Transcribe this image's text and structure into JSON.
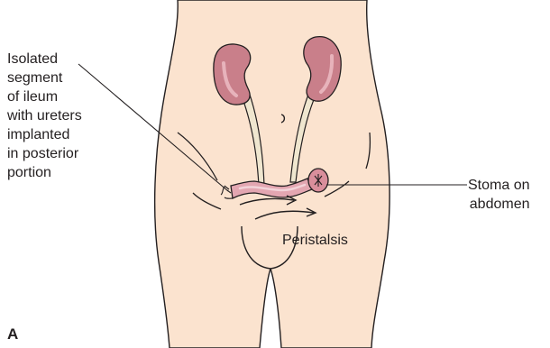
{
  "figure": {
    "panel_label": "A",
    "labels": {
      "isolated_segment": [
        "Isolated",
        "segment",
        "of ileum",
        "with ureters",
        "implanted",
        "in posterior",
        "portion"
      ],
      "stoma": [
        "Stoma on",
        "abdomen"
      ],
      "peristalsis": "Peristalsis"
    }
  },
  "colors": {
    "skin": "#fbe3cf",
    "outline": "#231f20",
    "kidney": "#c97f8a",
    "kidney_highlight": "#e7b3bb",
    "ureter": "#efe6cf",
    "ileum": "#e3a6b1",
    "ileum_highlight": "#f3d3d9",
    "stoma": "#d98e9b"
  }
}
